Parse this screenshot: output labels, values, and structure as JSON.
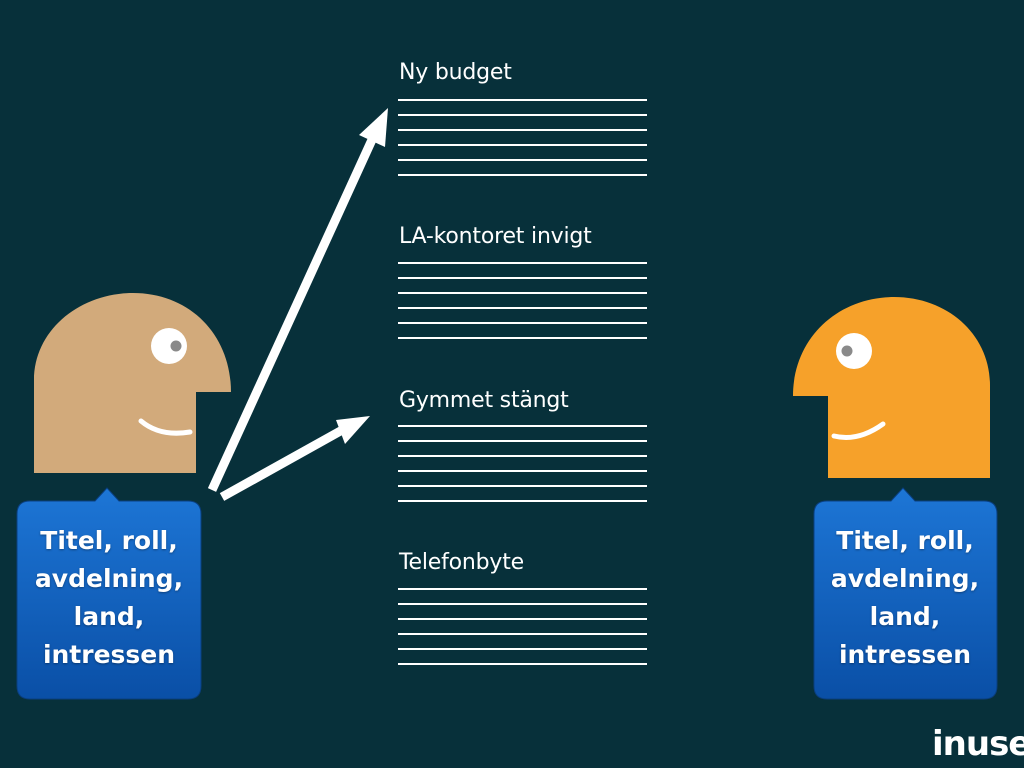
{
  "colors": {
    "background": "#07303a",
    "person_left": "#d2aa7b",
    "person_right": "#f6a12a",
    "bubble": "#0a5dbd",
    "logo_dot": "#ff6a1a"
  },
  "headlines": [
    {
      "text": "Ny budget"
    },
    {
      "text": "LA-kontoret invigt"
    },
    {
      "text": "Gymmet stängt"
    },
    {
      "text": "Telefonbyte"
    }
  ],
  "left_bubble": {
    "lines": [
      "Titel, roll,",
      "avdelning,",
      "land,",
      "intressen"
    ]
  },
  "right_bubble": {
    "lines": [
      "Titel, roll,",
      "avdelning,",
      "land,",
      "intressen"
    ]
  },
  "logo": {
    "text": "inuse"
  }
}
